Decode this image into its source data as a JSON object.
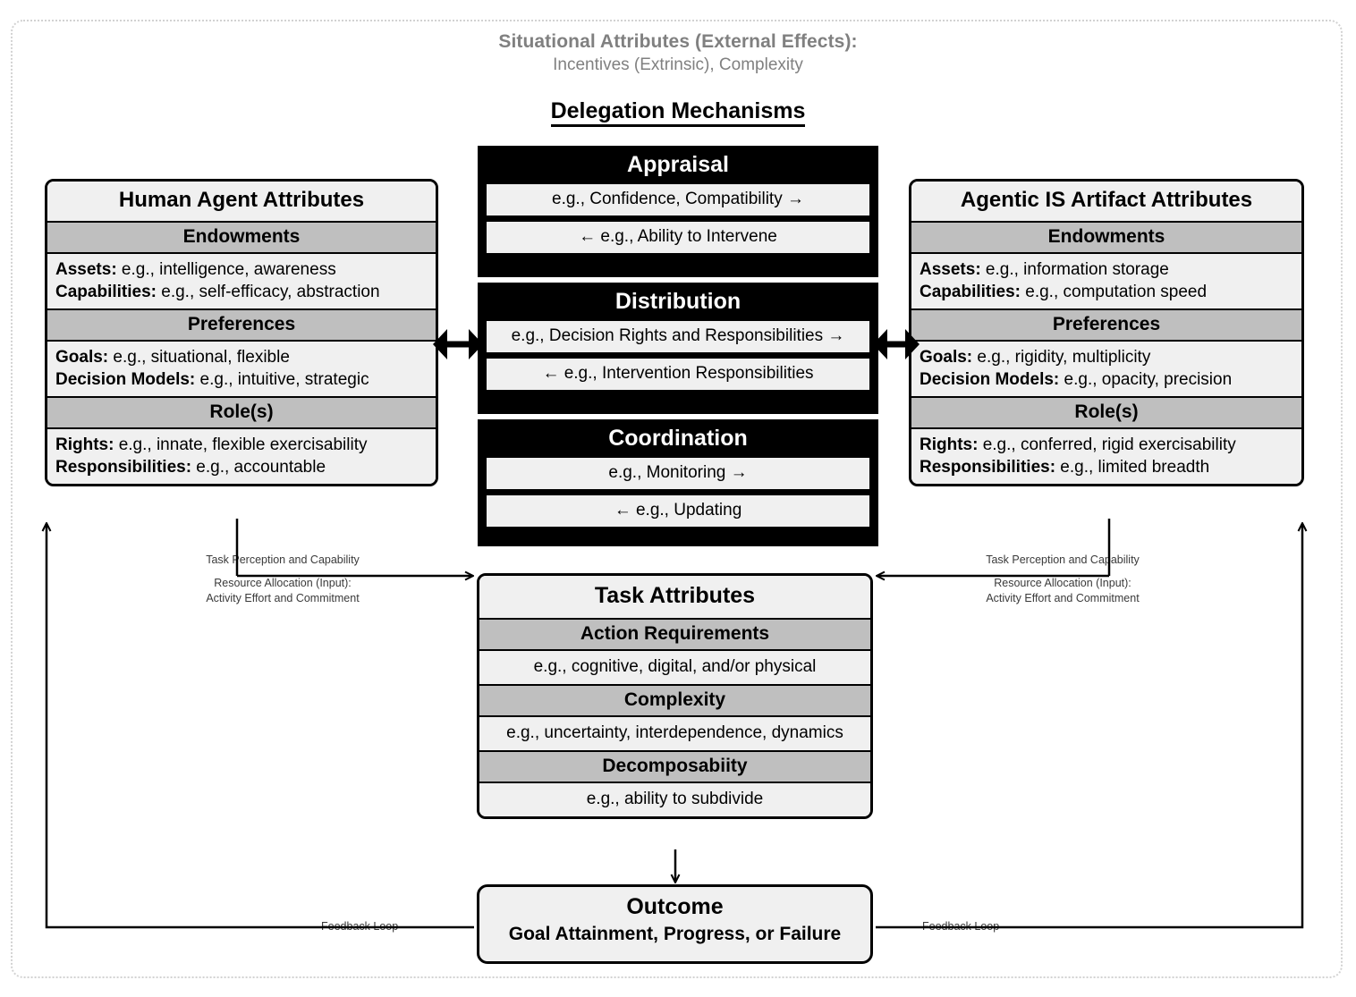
{
  "header": {
    "situational_title": "Situational Attributes (External Effects):",
    "situational_sub": "Incentives (Extrinsic), Complexity",
    "delegation_title": "Delegation Mechanisms"
  },
  "human_panel": {
    "title": "Human Agent Attributes",
    "sections": [
      {
        "heading": "Endowments",
        "line1_label": "Assets:",
        "line1_value": " e.g., intelligence, awareness",
        "line2_label": "Capabilities:",
        "line2_value": " e.g., self-efficacy, abstraction"
      },
      {
        "heading": "Preferences",
        "line1_label": "Goals:",
        "line1_value": " e.g., situational, flexible",
        "line2_label": "Decision Models:",
        "line2_value": " e.g., intuitive, strategic"
      },
      {
        "heading": "Role(s)",
        "line1_label": "Rights:",
        "line1_value": " e.g., innate, flexible exercisability",
        "line2_label": "Responsibilities:",
        "line2_value": " e.g., accountable"
      }
    ]
  },
  "artifact_panel": {
    "title": "Agentic IS Artifact Attributes",
    "sections": [
      {
        "heading": "Endowments",
        "line1_label": "Assets:",
        "line1_value": " e.g., information storage",
        "line2_label": "Capabilities:",
        "line2_value": " e.g., computation speed"
      },
      {
        "heading": "Preferences",
        "line1_label": "Goals:",
        "line1_value": " e.g., rigidity, multiplicity",
        "line2_label": "Decision Models:",
        "line2_value": " e.g., opacity, precision"
      },
      {
        "heading": "Role(s)",
        "line1_label": "Rights:",
        "line1_value": " e.g., conferred, rigid exercisability",
        "line2_label": "Responsibilities:",
        "line2_value": " e.g., limited breadth"
      }
    ]
  },
  "delegation": {
    "appraisal": {
      "title": "Appraisal",
      "forward": "e.g., Confidence, Compatibility →",
      "backward": "← e.g., Ability to Intervene"
    },
    "distribution": {
      "title": "Distribution",
      "forward": "e.g., Decision Rights and Responsibilities  →",
      "backward": "← e.g., Intervention Responsibilities"
    },
    "coordination": {
      "title": "Coordination",
      "forward": "e.g., Monitoring →",
      "backward": "← e.g., Updating"
    }
  },
  "task_panel": {
    "title": "Task Attributes",
    "sections": [
      {
        "heading": "Action Requirements",
        "body": "e.g., cognitive, digital, and/or physical"
      },
      {
        "heading": "Complexity",
        "body": "e.g., uncertainty, interdependence, dynamics"
      },
      {
        "heading": "Decomposabiity",
        "body": "e.g., ability to subdivide"
      }
    ]
  },
  "outcome": {
    "title": "Outcome",
    "subtitle": "Goal Attainment, Progress, or Failure"
  },
  "annotations": {
    "left": {
      "line1": "Task Perception and Capability",
      "line2": "Resource Allocation (Input):",
      "line3": "Activity Effort and Commitment"
    },
    "right": {
      "line1": "Task Perception and Capability",
      "line2": "Resource Allocation (Input):",
      "line3": "Activity Effort and Commitment"
    },
    "feedback_left": "Feedback Loop",
    "feedback_right": "Feedback Loop"
  },
  "colors": {
    "section_header_gray": "#bfbfbf",
    "panel_fill": "#f0f0f0",
    "black_box": "#000000",
    "muted_text": "#808080",
    "frame_dotted": "#d2d2d2"
  }
}
